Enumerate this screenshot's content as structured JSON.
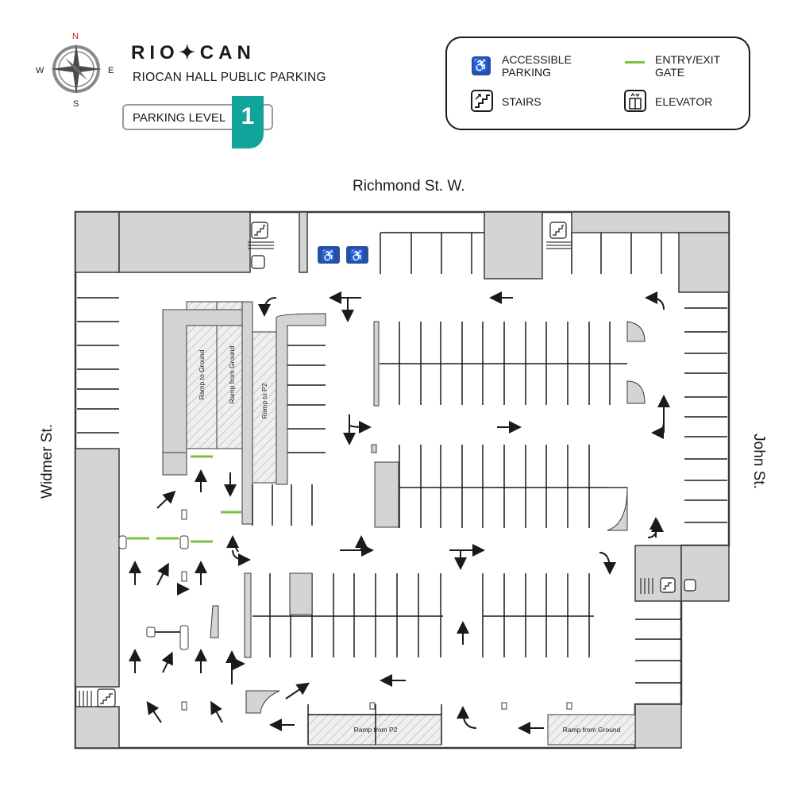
{
  "header": {
    "brand": "RIO✦CAN",
    "subtitle": "RIOCAN HALL PUBLIC PARKING",
    "level_label": "PARKING LEVEL",
    "level_number": "1"
  },
  "compass": {
    "n": "N",
    "s": "S",
    "e": "E",
    "w": "W"
  },
  "legend": {
    "accessible": "ACCESSIBLE PARKING",
    "accessible_line1": "ACCESSIBLE",
    "accessible_line2": "PARKING",
    "gate_line1": "ENTRY/EXIT",
    "gate_line2": "GATE",
    "stairs": "STAIRS",
    "elevator": "ELEVATOR"
  },
  "streets": {
    "north": "Richmond St. W.",
    "west": "Widmer St.",
    "east": "John St."
  },
  "ramps": {
    "to_ground": "Ramp to Ground",
    "from_ground_left": "Ramp from Ground",
    "to_p2": "Ramp to P2",
    "from_p2": "Ramp from P2",
    "from_ground_bottom": "Ramp from Ground"
  },
  "colors": {
    "accent_teal": "#10a49a",
    "accessible_blue": "#2b4fa0",
    "gate_green": "#7ac143",
    "wall_gray": "#d4d4d4",
    "brand_red": "#d71920"
  }
}
